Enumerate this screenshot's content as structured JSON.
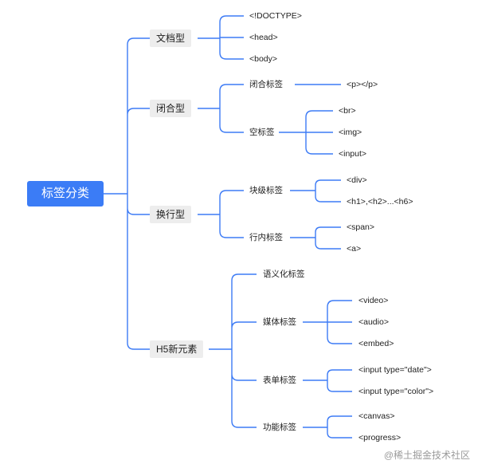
{
  "root": "标签分类",
  "branches": {
    "doc": {
      "label": "文档型",
      "children": [
        "<!DOCTYPE>",
        "<head>",
        "<body>"
      ]
    },
    "closed": {
      "label": "闭合型",
      "paired": {
        "label": "闭合标签",
        "children": [
          "<p></p>"
        ]
      },
      "empty": {
        "label": "空标签",
        "children": [
          "<br>",
          "<img>",
          "<input>"
        ]
      }
    },
    "display": {
      "label": "换行型",
      "block": {
        "label": "块级标签",
        "children": [
          "<div>",
          "<h1>,<h2>...<h6>"
        ]
      },
      "inline": {
        "label": "行内标签",
        "children": [
          "<span>",
          "<a>"
        ]
      }
    },
    "h5": {
      "label": "H5新元素",
      "semantic": {
        "label": "语义化标签"
      },
      "media": {
        "label": "媒体标签",
        "children": [
          "<video>",
          "<audio>",
          "<embed>"
        ]
      },
      "form": {
        "label": "表单标签",
        "children": [
          "<input type=\"date\">",
          "<input type=\"color\">"
        ]
      },
      "func": {
        "label": "功能标签",
        "children": [
          "<canvas>",
          "<progress>"
        ]
      }
    }
  },
  "watermark": "@稀土掘金技术社区",
  "colors": {
    "accent": "#3b7cf6",
    "branch_bg": "#ededed"
  }
}
